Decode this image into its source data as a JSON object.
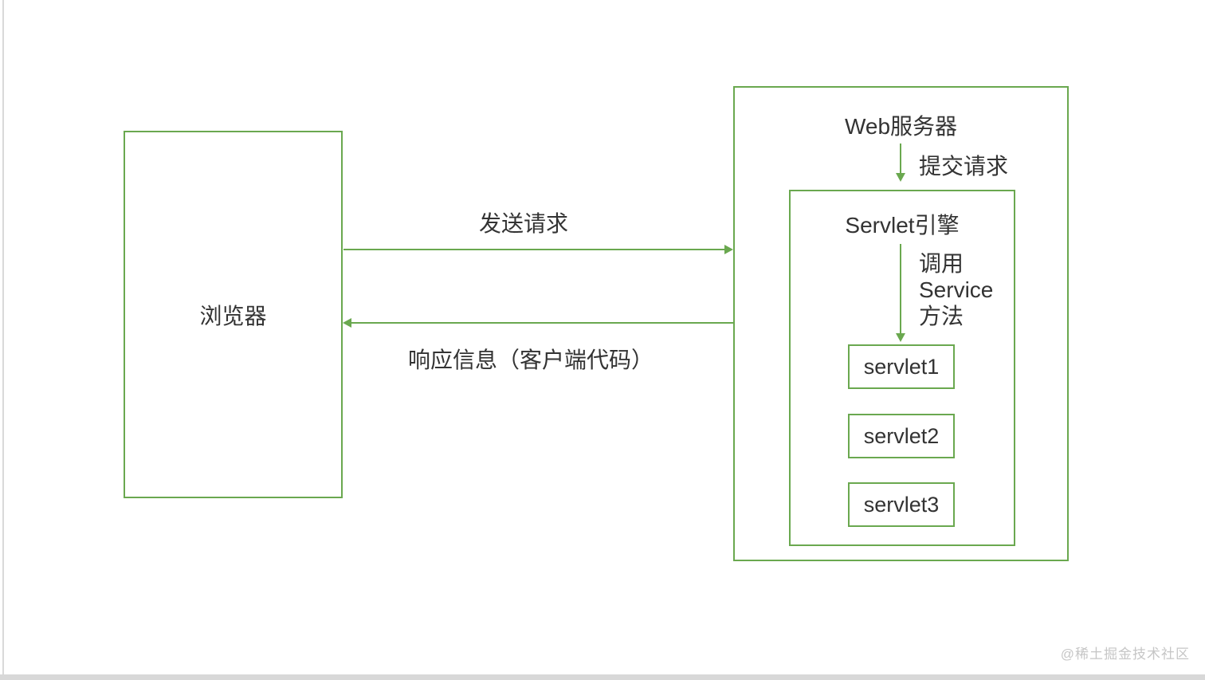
{
  "colors": {
    "accent_green": "#6aa84f",
    "text": "#333333",
    "watermark_gray": "#c6c6c6",
    "frame_gray": "#d8d8d8"
  },
  "diagram": {
    "browser_box": {
      "label": "浏览器"
    },
    "send_arrow": {
      "label": "发送请求",
      "direction": "left-to-right"
    },
    "response_arrow": {
      "label": "响应信息（客户端代码）",
      "direction": "right-to-left"
    },
    "web_server_box": {
      "title": "Web服务器"
    },
    "submit_arrow": {
      "label": "提交请求",
      "direction": "down"
    },
    "servlet_engine_box": {
      "title": "Servlet引擎"
    },
    "call_service_arrow": {
      "direction": "down",
      "label_lines": [
        "调用",
        "Service",
        "方法"
      ]
    },
    "servlets": [
      {
        "label": "servlet1"
      },
      {
        "label": "servlet2"
      },
      {
        "label": "servlet3"
      }
    ]
  },
  "watermark": {
    "text": "@稀土掘金技术社区"
  }
}
